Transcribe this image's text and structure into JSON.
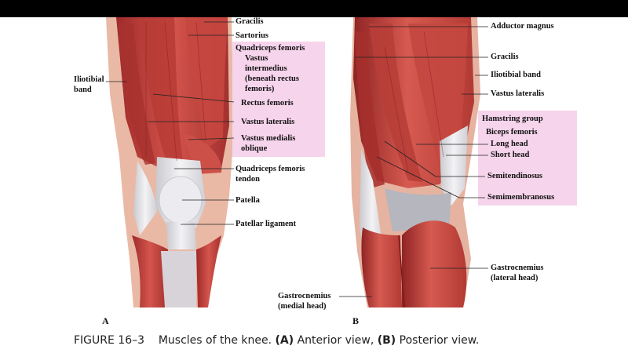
{
  "figure": {
    "panel_a_letter": "A",
    "panel_b_letter": "B",
    "caption": {
      "prefix": "FIGURE 16–3",
      "title": "Muscles of the knee.",
      "a_tag": "(A)",
      "a_text": "Anterior view,",
      "b_tag": "(B)",
      "b_text": "Posterior view."
    }
  },
  "anterior_labels": {
    "gracilis": "Gracilis",
    "sartorius": "Sartorius",
    "quadriceps_femoris": "Quadriceps femoris",
    "vastus": "Vastus",
    "intermedius": "intermedius",
    "beneath_rectus": "(beneath rectus",
    "femoris_paren": "femoris)",
    "rectus_femoris": "Rectus femoris",
    "vastus_lateralis": "Vastus lateralis",
    "vastus_medialis": "Vastus medialis",
    "oblique": "oblique",
    "quadriceps_femoris_tendon_1": "Quadriceps femoris",
    "quadriceps_femoris_tendon_2": "tendon",
    "patella": "Patella",
    "patellar_ligament": "Patellar ligament",
    "iliotibial_1": "Iliotibial",
    "iliotibial_2": "band"
  },
  "posterior_labels": {
    "adductor_magnus": "Adductor magnus",
    "gracilis": "Gracilis",
    "iliotibial_band": "Iliotibial band",
    "vastus_lateralis": "Vastus lateralis",
    "hamstring_group": "Hamstring group",
    "biceps_femoris": "Biceps femoris",
    "long_head": "Long head",
    "short_head": "Short head",
    "semitendinosus": "Semitendinosus",
    "semimembranosus": "Semimembranosus",
    "gastrocnemius_lateral_1": "Gastrocnemius",
    "gastrocnemius_lateral_2": "(lateral head)",
    "gastrocnemius_medial_1": "Gastrocnemius",
    "gastrocnemius_medial_2": "(medial head)"
  },
  "colors": {
    "highlight_box": "#f6d4ec",
    "muscle": "#c8433c",
    "tendon": "#e4e4e8",
    "background_bar": "#000000"
  }
}
